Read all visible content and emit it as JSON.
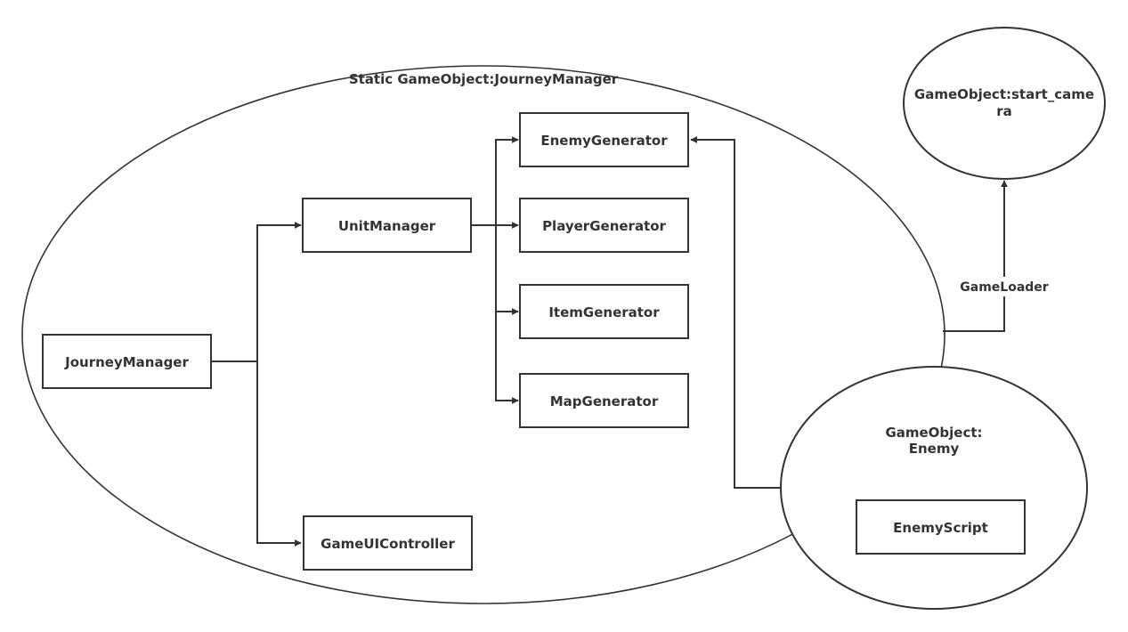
{
  "containers": {
    "journey_manager_scope": "Static GameObject:JourneyManager",
    "start_camera_line1": "GameObject:start_came",
    "start_camera_line2": "ra",
    "enemy_line1": "GameObject:",
    "enemy_line2": "Enemy"
  },
  "nodes": {
    "journey_manager": "JourneyManager",
    "unit_manager": "UnitManager",
    "game_ui_controller": "GameUIController",
    "enemy_generator": "EnemyGenerator",
    "player_generator": "PlayerGenerator",
    "item_generator": "ItemGenerator",
    "map_generator": "MapGenerator",
    "enemy_script": "EnemyScript"
  },
  "edges": {
    "game_loader": "GameLoader"
  },
  "colors": {
    "stroke": "#333333",
    "background": "#ffffff"
  }
}
